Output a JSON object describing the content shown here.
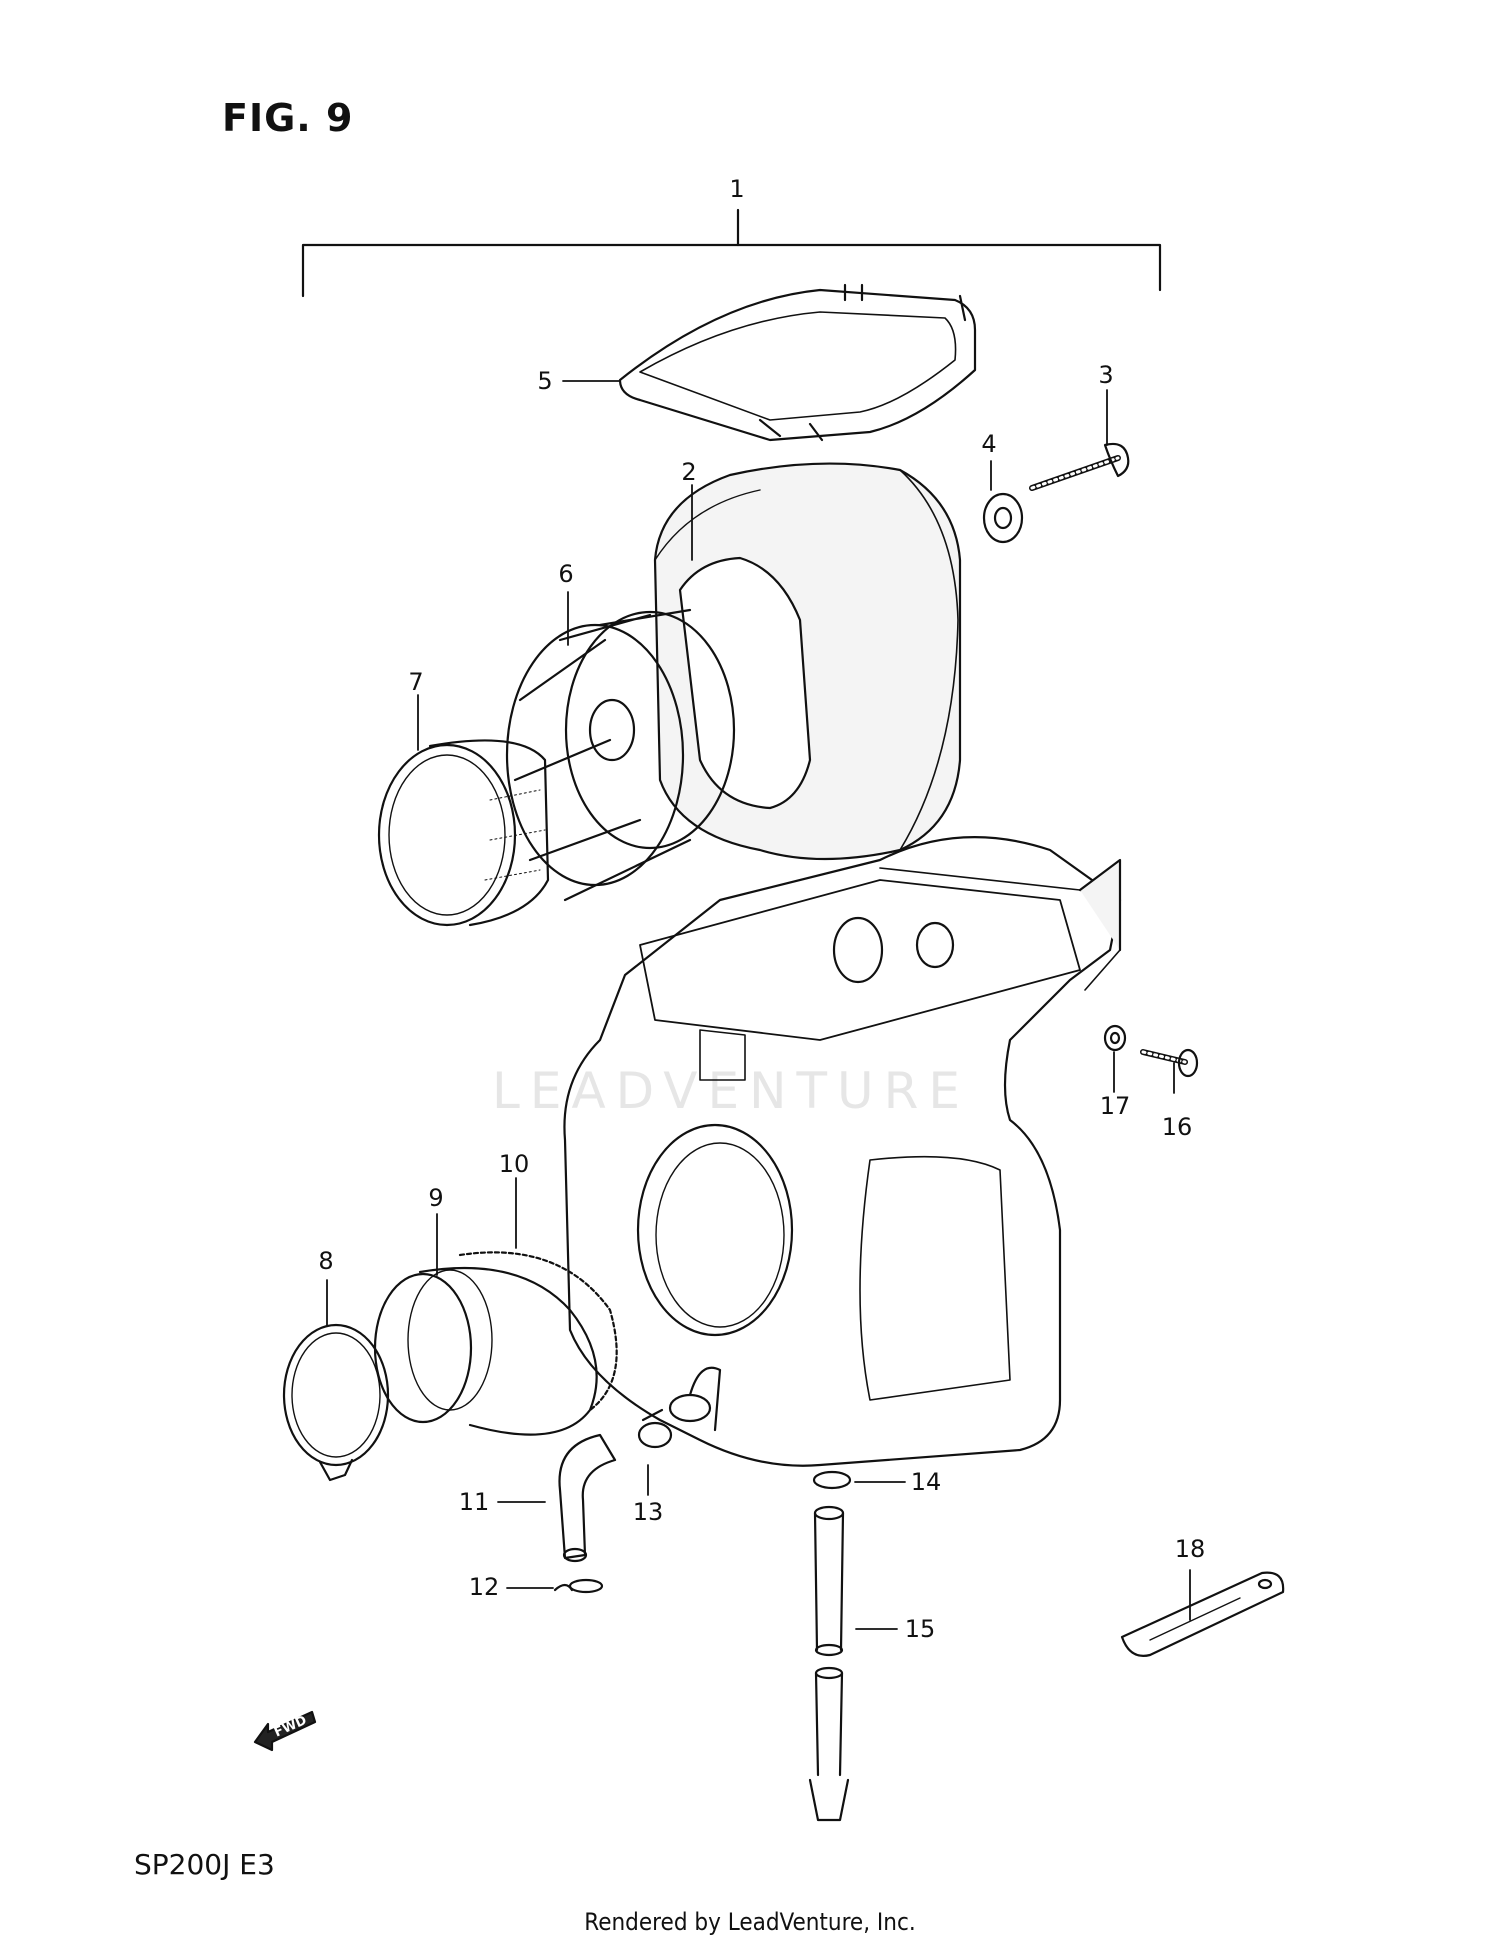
{
  "figure": {
    "title": "FIG. 9",
    "model": "SP200J E3"
  },
  "watermark": "LEADVENTURE",
  "footer": "Rendered by LeadVenture, Inc.",
  "fwd_label": "FWD",
  "callouts": [
    "1",
    "2",
    "3",
    "4",
    "5",
    "6",
    "7",
    "8",
    "9",
    "10",
    "11",
    "12",
    "13",
    "14",
    "15",
    "16",
    "17",
    "18"
  ]
}
